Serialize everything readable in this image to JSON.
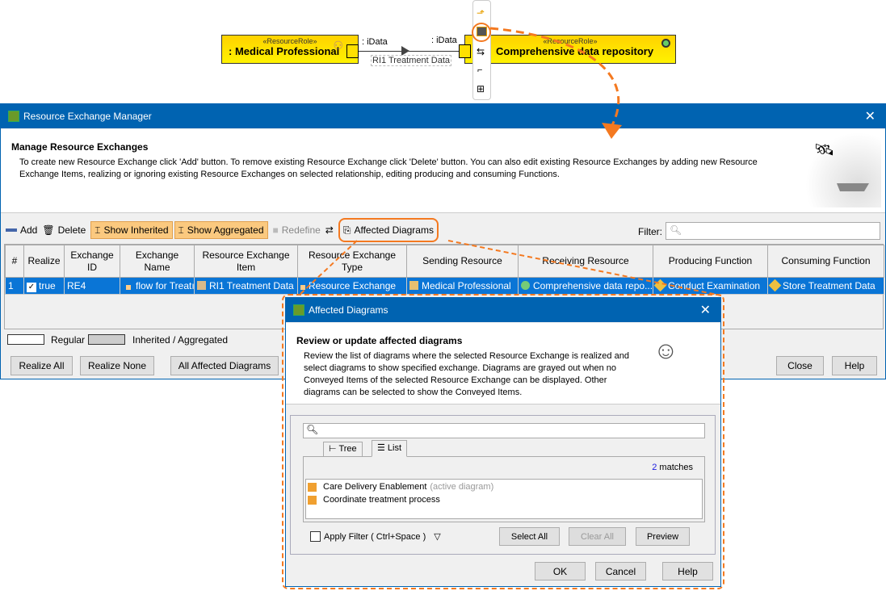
{
  "diagram": {
    "left_role": {
      "stereotype": "«ResourceRole»",
      "name": ": Medical Professional"
    },
    "right_role": {
      "stereotype": "«ResourceRole»",
      "name": "Comprehensive data repository"
    },
    "left_port": ": iData",
    "right_port": ": iData",
    "connector_label": "RI1 Treatment Data"
  },
  "manager": {
    "title": "Resource Exchange Manager",
    "header_title": "Manage Resource Exchanges",
    "header_desc": "To create new Resource Exchange click 'Add' button. To remove existing Resource Exchange click 'Delete' button. You can also edit existing Resource Exchanges by adding new Resource Exchange Items, realizing or ignoring existing Resource Exchanges on selected relationship, editing producing and consuming Functions.",
    "toolbar": {
      "add": "Add",
      "delete": "Delete",
      "show_inherited": "Show Inherited",
      "show_aggregated": "Show Aggregated",
      "redefine": "Redefine",
      "affected_diagrams": "Affected Diagrams",
      "filter_label": "Filter:",
      "filter_value": ""
    },
    "columns": [
      "#",
      "Realize",
      "Exchange ID",
      "Exchange Name",
      "Resource Exchange Item",
      "Resource Exchange Type",
      "Sending Resource",
      "Receiving Resource",
      "Producing Function",
      "Consuming Function"
    ],
    "rows": [
      {
        "num": "1",
        "realize": "true",
        "id": "RE4",
        "name": "flow for Treatı",
        "item": "RI1 Treatment Data",
        "type": "Resource Exchange",
        "sending": "Medical Professional",
        "receiving": "Comprehensive data repo...",
        "producing": "Conduct Examination",
        "consuming": "Store Treatment Data"
      }
    ],
    "legend": {
      "regular": "Regular",
      "inherited": "Inherited / Aggregated"
    },
    "buttons": {
      "realize_all": "Realize All",
      "realize_none": "Realize None",
      "all_affected": "All Affected Diagrams",
      "close": "Close",
      "help": "Help"
    }
  },
  "dialog": {
    "title": "Affected Diagrams",
    "header_title": "Review or update affected diagrams",
    "header_desc": "Review the list of diagrams where the selected Resource Exchange is realized and select diagrams to show specified exchange. Diagrams are grayed out when no Conveyed Items of the selected Resource Exchange can be displayed. Other diagrams can be selected to show the Conveyed Items.",
    "search_value": "",
    "tabs": [
      {
        "label": "Tree",
        "active": false
      },
      {
        "label": "List",
        "active": true
      }
    ],
    "matches_count": "2",
    "matches_label": " matches",
    "items": [
      {
        "name": "Care Delivery Enablement",
        "note": "(active diagram)"
      },
      {
        "name": "Coordinate treatment process",
        "note": ""
      }
    ],
    "apply_filter": "Apply Filter ( Ctrl+Space )",
    "apply_filter_checked": false,
    "buttons": {
      "select_all": "Select All",
      "clear_all": "Clear All",
      "preview": "Preview",
      "ok": "OK",
      "cancel": "Cancel",
      "help": "Help"
    }
  },
  "colors": {
    "accent": "#0063b1",
    "selection": "#0a75d6",
    "highlight": "#f47920",
    "toggle_on": "#fbc97f"
  }
}
